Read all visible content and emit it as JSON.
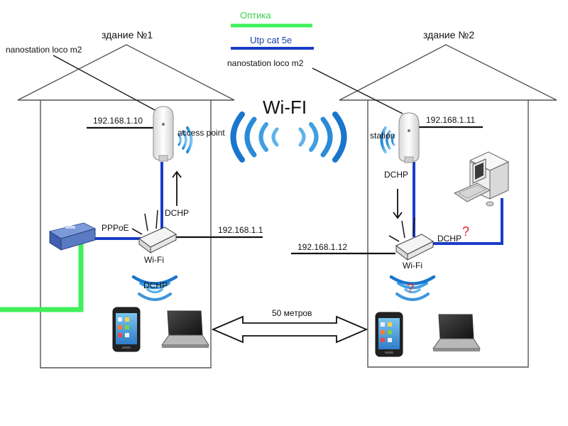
{
  "legend": {
    "fiber_label": "Оптика",
    "utp_label": "Utp cat 5e",
    "fiber_color": "#3ff05a",
    "utp_color": "#1a3cc8"
  },
  "building1": {
    "title": "здание №1",
    "device_note": "nanostation loco m2",
    "ap_ip": "192.168.1.10",
    "ap_mode": "access point",
    "dhcp_up": "DCHP",
    "pppoe": "PPPoE",
    "router_ip": "192.168.1.1",
    "router_label": "Wi-Fi",
    "wifi_dhcp": "DCHP"
  },
  "building2": {
    "title": "здание №2",
    "device_note": "nanostation loco m2",
    "station_ip": "192.168.1.11",
    "station_mode": "station",
    "dhcp_down": "DCHP",
    "router_ip": "192.168.1.12",
    "router_label": "Wi-Fi",
    "pc_dhcp": "DCHP",
    "question_pc": "?",
    "question_wifi": "?"
  },
  "link": {
    "wifi_label": "Wi-FI",
    "distance": "50 метров"
  },
  "icons": [
    "house-outline",
    "nanostation-icon",
    "router-icon",
    "media-converter-icon",
    "desktop-pc-icon",
    "smartphone-icon",
    "laptop-icon",
    "wifi-waves-icon",
    "double-arrow-icon"
  ]
}
